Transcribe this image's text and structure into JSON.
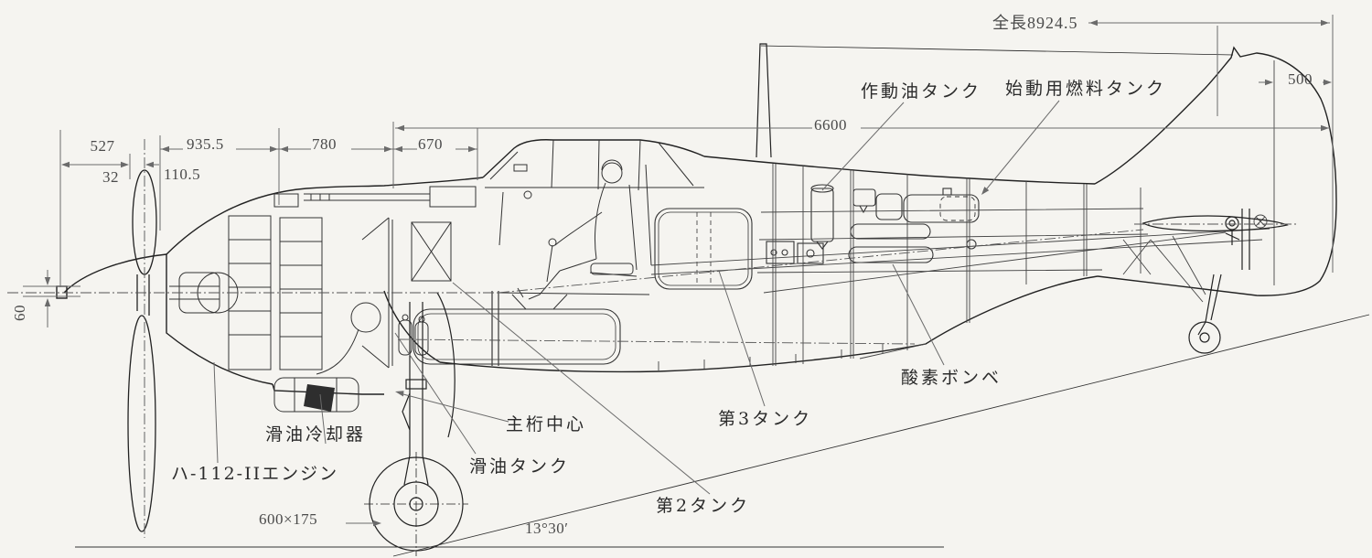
{
  "dims": {
    "overall_length": "全長8924.5",
    "n527": "527",
    "n32": "32",
    "n110_5": "110.5",
    "n935_5": "935.5",
    "n780": "780",
    "n670": "670",
    "n6600": "6600",
    "n500": "500",
    "n60": "60",
    "tire_size": "600×175",
    "ground_angle": "13°30′"
  },
  "parts": {
    "hydraulic_oil_tank": "作動油タンク",
    "starter_fuel_tank": "始動用燃料タンク",
    "oxygen_bottles": "酸素ボンベ",
    "no3_tank": "第3タンク",
    "no2_tank": "第2タンク",
    "main_spar_center": "主桁中心",
    "oil_tank": "滑油タンク",
    "oil_cooler": "滑油冷却器",
    "engine": "ハ-112-IIエンジン"
  },
  "colors": {
    "paper": "#f5f4f0",
    "ink": "#222222",
    "dim_lines": "#6b6b6b",
    "dim_text": "#4a4a4a",
    "label_text": "#2b2b2b"
  }
}
